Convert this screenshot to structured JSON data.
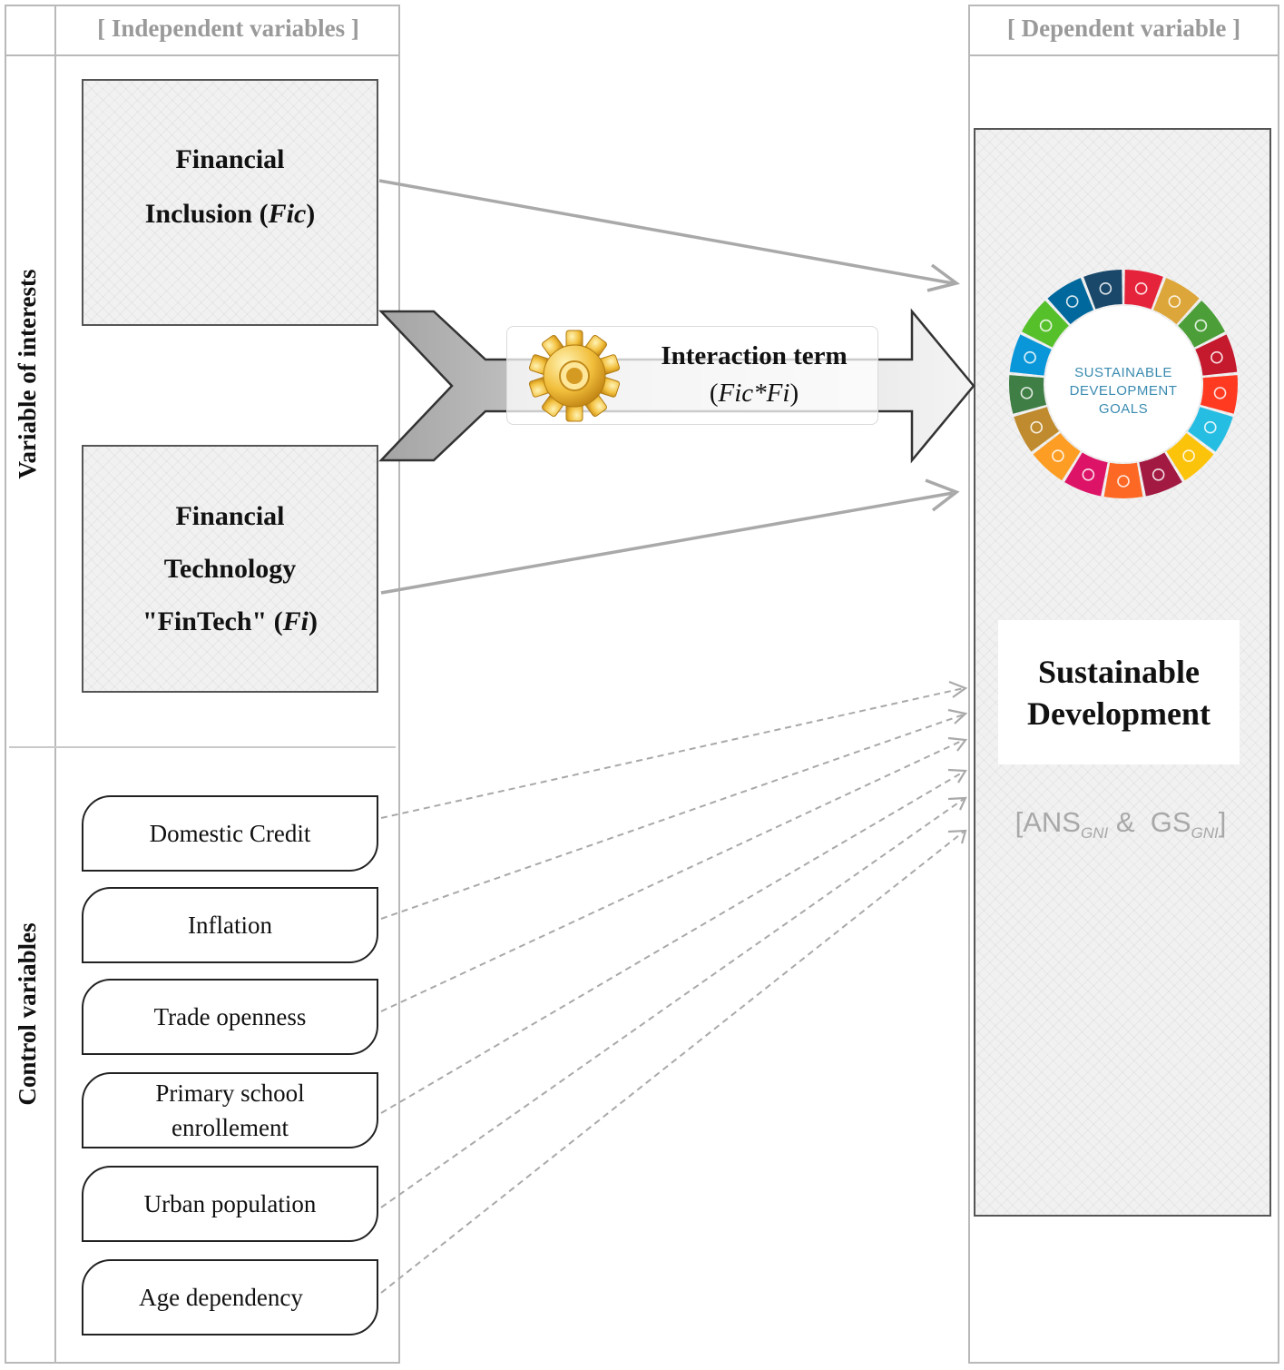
{
  "headers": {
    "independent": "[ Independent variables ]",
    "dependent": "[ Dependent variable ]"
  },
  "sections": {
    "interest": "Variable of interests",
    "control": "Control variables"
  },
  "interest_vars": {
    "fic_line1": "Financial",
    "fic_line2a": "Inclusion (",
    "fic_abbr": "Fic",
    "fic_line2b": ")",
    "fi_line1": "Financial",
    "fi_line2": "Technology",
    "fi_line3a": "\"FinTech\" (",
    "fi_abbr": "Fi",
    "fi_line3b": ")"
  },
  "interaction": {
    "title": "Interaction term",
    "formula_open": "(",
    "formula": "Fic*Fi",
    "formula_close": ")"
  },
  "controls": [
    "Domestic Credit",
    "Inflation",
    "Trade openness",
    "Primary school enrollement",
    "Urban population",
    "Age dependency"
  ],
  "sdg": {
    "line1": "SUSTAINABLE",
    "line2": "DEVELOPMENT",
    "line3": "GOALS",
    "colors": [
      "#e5243b",
      "#dda63a",
      "#4c9f38",
      "#c5192d",
      "#ff3a21",
      "#26bde2",
      "#fcc30b",
      "#a21942",
      "#fd6925",
      "#dd1367",
      "#fd9d24",
      "#bf8b2e",
      "#3f7e44",
      "#0a97d9",
      "#56c02b",
      "#00689d",
      "#19486a"
    ]
  },
  "dependent": {
    "title_line1": "Sustainable",
    "title_line2": "Development",
    "ans": "ANS",
    "gs": "GS",
    "sub": "GNI",
    "bracket_open": "[",
    "amp": "&",
    "bracket_close": "]"
  }
}
